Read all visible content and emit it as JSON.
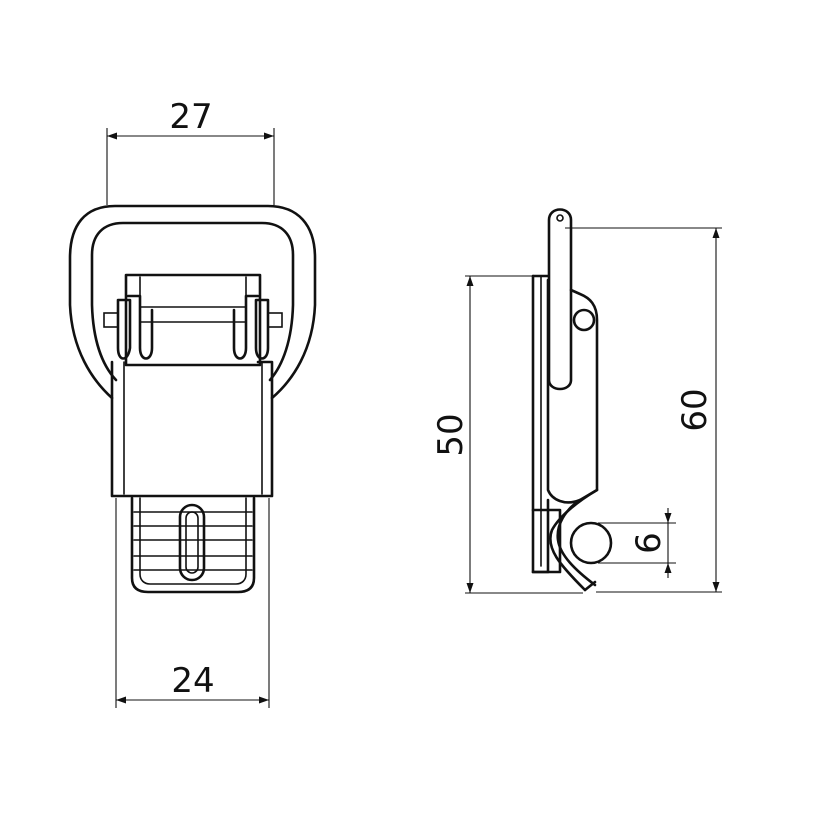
{
  "dimensions": {
    "top_width": "27",
    "bottom_width": "24",
    "side_height": "50",
    "overall_height": "60",
    "hook_diameter": "6"
  }
}
